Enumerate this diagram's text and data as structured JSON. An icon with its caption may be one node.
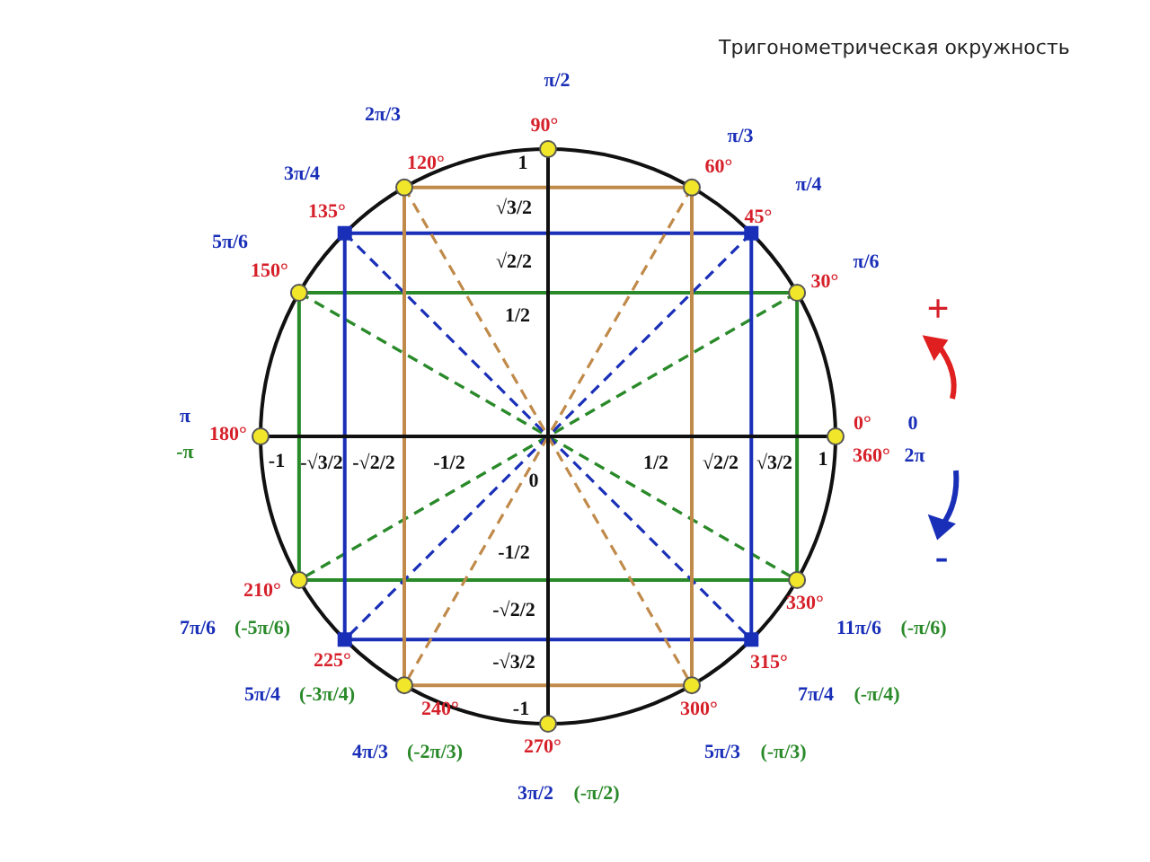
{
  "diagram": {
    "title": "Тригонометрическая окружность",
    "labels": [
      "π/2",
      "2π/3",
      "90°",
      "1",
      "π/3",
      "3π/4",
      "120°",
      "60°",
      "π/4",
      "√3/2",
      "5π/6",
      "135°",
      "45°",
      "√2/2",
      "π/6",
      "150°",
      "30°",
      "1/2",
      "+",
      "π",
      "180°",
      "0°",
      "0",
      "-π",
      "-1",
      "-√3/2",
      "-√2/2",
      "-1/2",
      "0",
      "1/2",
      "√2/2",
      "√3/2",
      "1",
      "360°",
      "2π",
      "-",
      "-1/2",
      "210°",
      "-√2/2",
      "330°",
      "7π/6",
      "(-5π/6)",
      "11π/6",
      "(-π/6)",
      "225°",
      "-√3/2",
      "315°",
      "5π/4",
      "(-3π/4)",
      "7π/4",
      "(-π/4)",
      "240°",
      "-1",
      "300°",
      "4π/3",
      "(-2π/3)",
      "270°",
      "5π/3",
      "(-π/3)",
      "3π/2",
      "(-π/2)"
    ]
  }
}
